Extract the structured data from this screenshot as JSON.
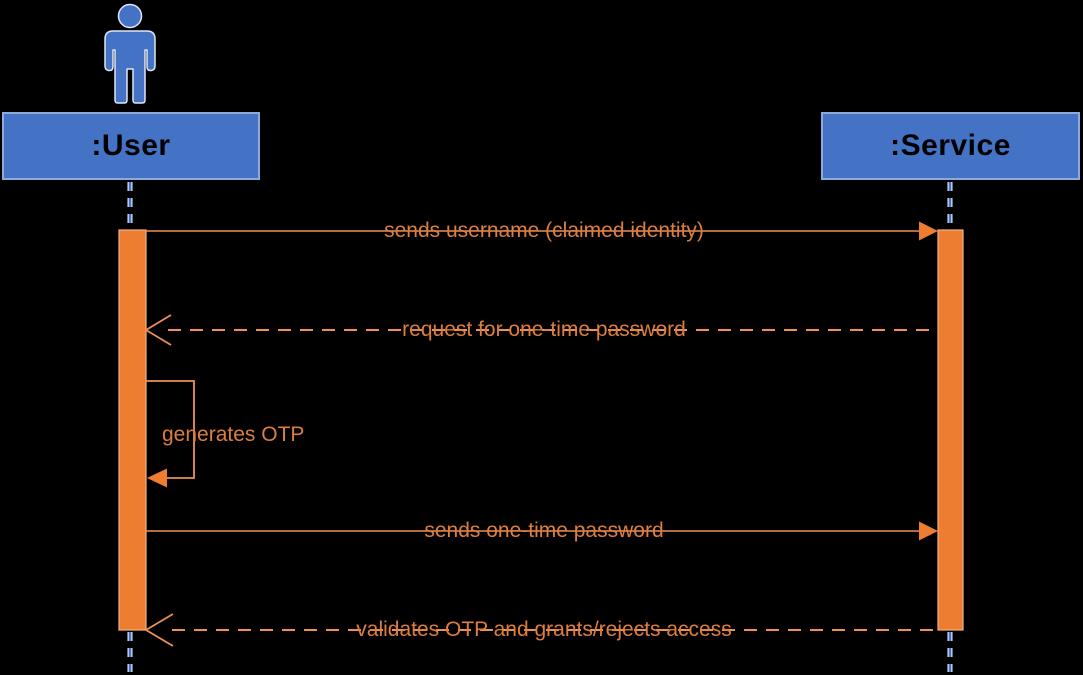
{
  "diagram_type": "uml-sequence",
  "lifelines": [
    {
      "id": "user",
      "label": ":User",
      "kind": "actor",
      "icon": "person-icon"
    },
    {
      "id": "service",
      "label": ":Service",
      "kind": "object"
    }
  ],
  "messages": [
    {
      "text": "sends username (claimed identity)",
      "from": "user",
      "to": "service",
      "line": "solid",
      "arrowhead": "filled"
    },
    {
      "text": "request for one-time password",
      "from": "service",
      "to": "user",
      "line": "dashed",
      "arrowhead": "open"
    },
    {
      "text": "generates OTP",
      "from": "user",
      "to": "user",
      "line": "self",
      "arrowhead": "filled"
    },
    {
      "text": "sends one-time password",
      "from": "user",
      "to": "service",
      "line": "solid",
      "arrowhead": "filled"
    },
    {
      "text": "validates OTP and grants/rejects access",
      "from": "service",
      "to": "user",
      "line": "dashed",
      "arrowhead": "open"
    }
  ],
  "colors": {
    "background": "#000000",
    "lifeline_blue": "#4472C4",
    "box_fill": "#4472C4",
    "box_border": "#8EAADB",
    "activation_orange": "#ED7D31",
    "activation_border": "#F4B183",
    "message_line": "#EE9054",
    "message_text": "#DD7E3E"
  }
}
